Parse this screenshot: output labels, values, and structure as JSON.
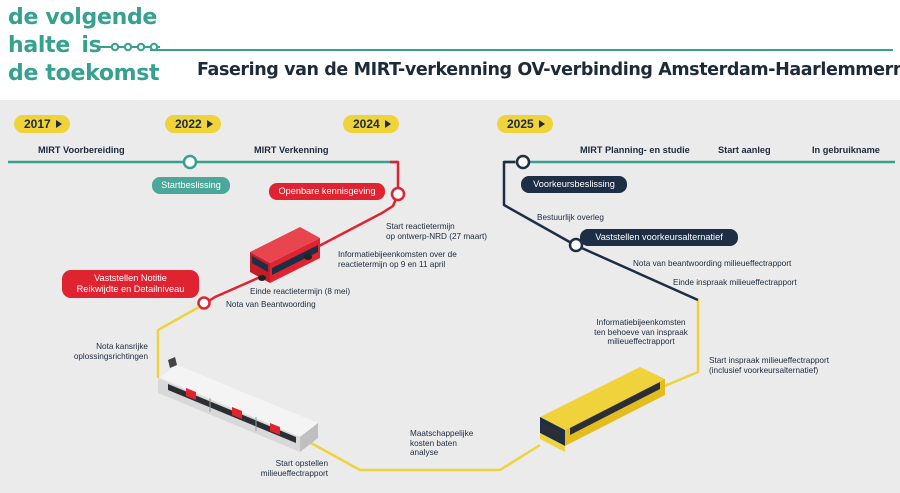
{
  "logo": {
    "line1": "de volgende",
    "line2a": "halte",
    "line2b": "is",
    "line3": "de toekomst"
  },
  "title": "Fasering van de MIRT-verkenning OV-verbinding Amsterdam-Haarlemmermeer",
  "colors": {
    "teal": "#35a18e",
    "red": "#e02330",
    "navy": "#1e2e45",
    "yellow": "#f0d33b",
    "panel": "#ebebec"
  },
  "years": [
    "2017",
    "2022",
    "2024",
    "2025"
  ],
  "phases": {
    "voorbereiding": "MIRT Voorbereiding",
    "verkenning": "MIRT Verkenning",
    "planstudie": "MIRT Planning- en studie",
    "start_aanleg": "Start aanleg",
    "in_gebruik": "In gebruikname"
  },
  "badges": {
    "startbeslissing": "Startbeslissing",
    "kennisgeving": "Openbare kennisgeving",
    "notitie_1": "Vaststellen Notitie",
    "notitie_2": "Reikwijdte en Detailniveau",
    "voorkeursbeslissing": "Voorkeursbeslissing",
    "voorkeursalternatief": "Vaststellen voorkeursalternatief"
  },
  "labels": {
    "start_reactie_1": "Start reactietermijn",
    "start_reactie_2": "op ontwerp-NRD (27 maart)",
    "info_1": "Informatiebijeenkomsten over de",
    "info_2": "reactietermijn op 9 en 11 april",
    "einde_reactie": "Einde reactietermijn (8 mei)",
    "nota_beantwoording": "Nota van Beantwoording",
    "nota_kans_1": "Nota kansrijke",
    "nota_kans_2": "oplossingsrichtingen",
    "start_mer_1": "Start opstellen",
    "start_mer_2": "milieueffectrapport",
    "mkba_1": "Maatschappelijke",
    "mkba_2": "kosten baten",
    "mkba_3": "analyse",
    "bestuurlijk": "Bestuurlijk overleg",
    "nota_mer": "Nota van beantwoording milieueffectrapport",
    "einde_inspraak": "Einde inspraak milieueffectrapport",
    "info_mer_1": "Informatiebijeenkomsten",
    "info_mer_2": "ten behoeve van inspraak",
    "info_mer_3": "milieueffectrapport",
    "start_inspraak_1": "Start inspraak milieueffectrapport",
    "start_inspraak_2": "(inclusief voorkeursalternatief)"
  }
}
